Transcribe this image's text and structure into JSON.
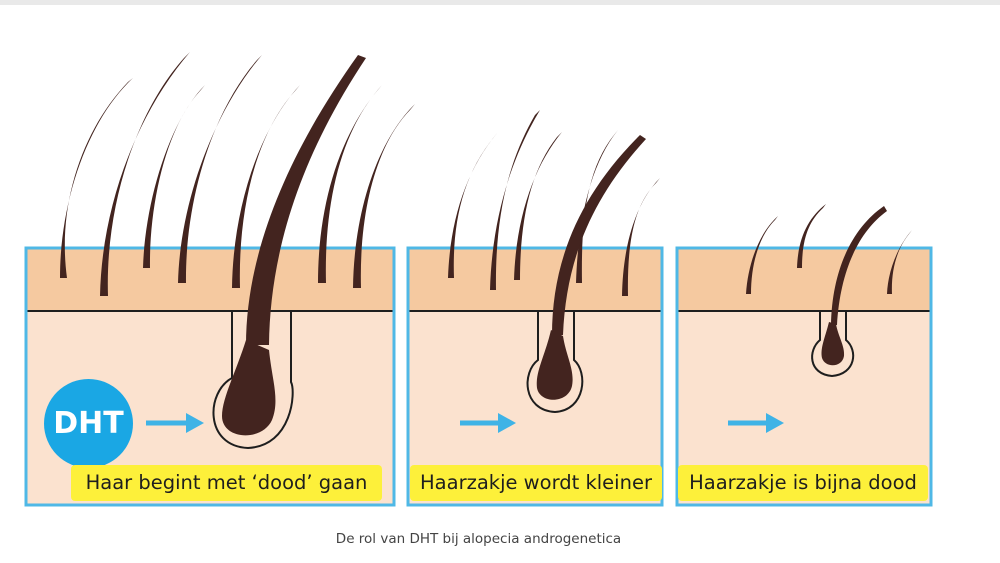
{
  "badge": {
    "text": "DHT"
  },
  "panels": [
    {
      "label": "Haar begint met ‘dood’ gaan"
    },
    {
      "label": "Haarzakje wordt kleiner"
    },
    {
      "label": "Haarzakje is bijna dood"
    }
  ],
  "caption": "De rol van DHT bij alopecia androgenetica",
  "colors": {
    "scalp": "#f5c9a0",
    "skin": "#fbe2cf",
    "frame": "#4fb8e6",
    "hair": "#43241f",
    "arrow": "#3fb3e6",
    "label_bg": "#fdf03a",
    "badge": "#1aa7e4"
  }
}
